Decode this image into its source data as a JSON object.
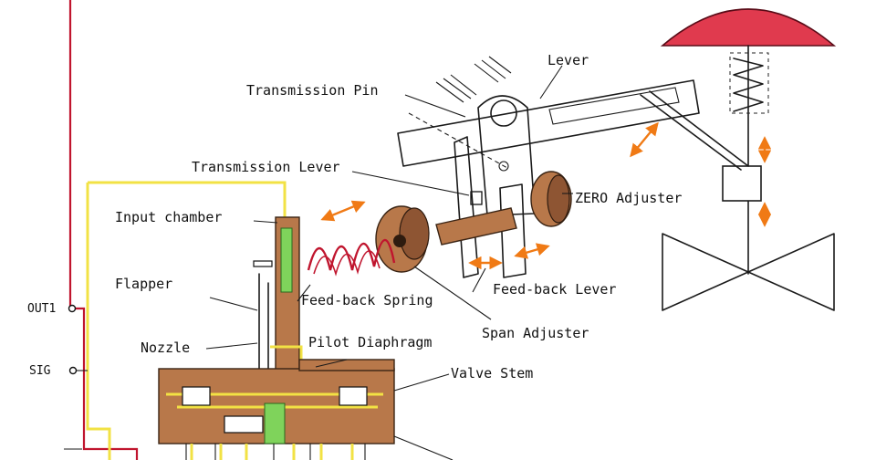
{
  "labels": {
    "lever": "Lever",
    "transmission_pin": "Transmission Pin",
    "transmission_lever": "Transmission Lever",
    "zero_adjuster": "ZERO Adjuster",
    "input_chamber": "Input chamber",
    "flapper": "Flapper",
    "feedback_spring": "Feed-back Spring",
    "feedback_lever": "Feed-back Lever",
    "span_adjuster": "Span Adjuster",
    "nozzle": "Nozzle",
    "pilot_diaphragm": "Pilot Diaphragm",
    "valve_stem": "Valve Stem"
  },
  "terminals": {
    "out1": "OUT1",
    "sig": "SIG"
  },
  "colors": {
    "actuator_top": "#e03a4e",
    "body_brown": "#b8784a",
    "signal_yellow": "#f2e244",
    "chamber_green": "#7fd35b",
    "spring_red": "#c0152e",
    "motion_arrow_orange": "#f07a15"
  }
}
